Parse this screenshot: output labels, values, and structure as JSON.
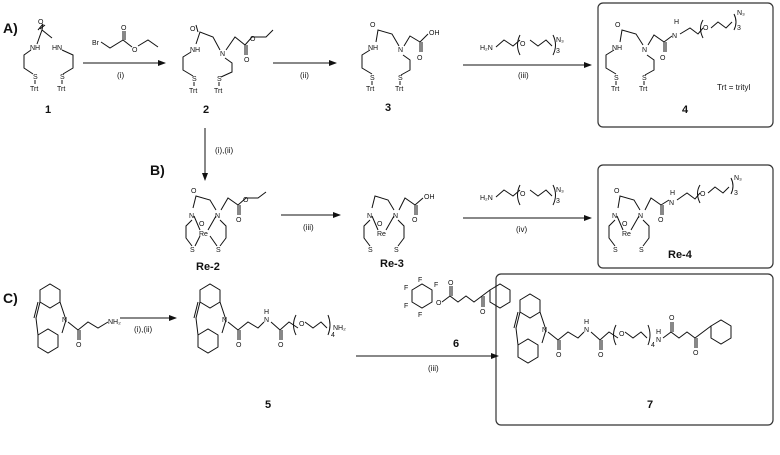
{
  "sections": {
    "a": "A)",
    "b": "B)",
    "c": "C)"
  },
  "compounds": {
    "c1": "1",
    "c2": "2",
    "c3": "3",
    "c4": "4",
    "re2": "Re-2",
    "re3": "Re-3",
    "re4": "Re-4",
    "c5": "5",
    "c6": "6",
    "c7": "7"
  },
  "conditions": {
    "a1": "(i)",
    "a2": "(ii)",
    "a3": "(iii)",
    "down": "(i),(ii)",
    "b1": "(iii)",
    "b2": "(iv)",
    "c1": "(i),(ii)",
    "c2": "(iii)"
  },
  "atoms": {
    "nh": "NH",
    "hn": "HN",
    "n": "N",
    "o": "O",
    "s": "S",
    "trt": "Trt",
    "br": "Br",
    "oh": "OH",
    "h": "H",
    "h2n": "H₂N",
    "n3": "N₃",
    "re": "Re",
    "nh2": "NH₂",
    "f": "F",
    "sub3": "3",
    "sub4": "4"
  },
  "note": "Trt = trityl"
}
